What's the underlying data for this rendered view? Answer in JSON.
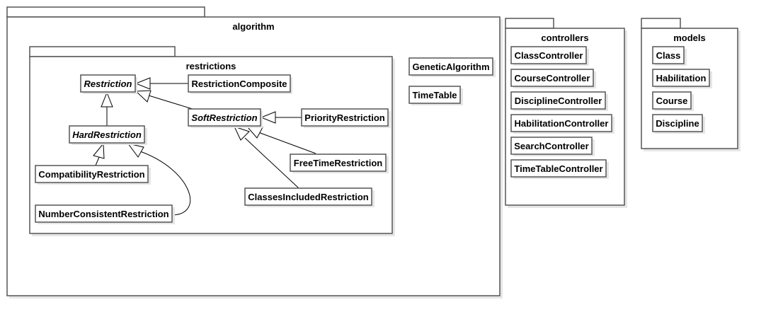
{
  "packages": {
    "algorithm": "algorithm",
    "restrictions": "restrictions",
    "controllers": "controllers",
    "models": "models"
  },
  "classes": {
    "restriction": "Restriction",
    "restriction_composite": "RestrictionComposite",
    "soft_restriction": "SoftRestriction",
    "priority_restriction": "PriorityRestriction",
    "hard_restriction": "HardRestriction",
    "free_time_restriction": "FreeTimeRestriction",
    "compatibility_restriction": "CompatibilityRestriction",
    "classes_included_restriction": "ClassesIncludedRestriction",
    "number_consistent_restriction": "NumberConsistentRestriction",
    "genetic_algorithm": "GeneticAlgorithm",
    "time_table": "TimeTable",
    "class_controller": "ClassController",
    "course_controller": "CourseController",
    "discipline_controller": "DisciplineController",
    "habilitation_controller": "HabilitationController",
    "search_controller": "SearchController",
    "time_table_controller": "TimeTableController",
    "class": "Class",
    "habilitation": "Habilitation",
    "course": "Course",
    "discipline": "Discipline"
  }
}
